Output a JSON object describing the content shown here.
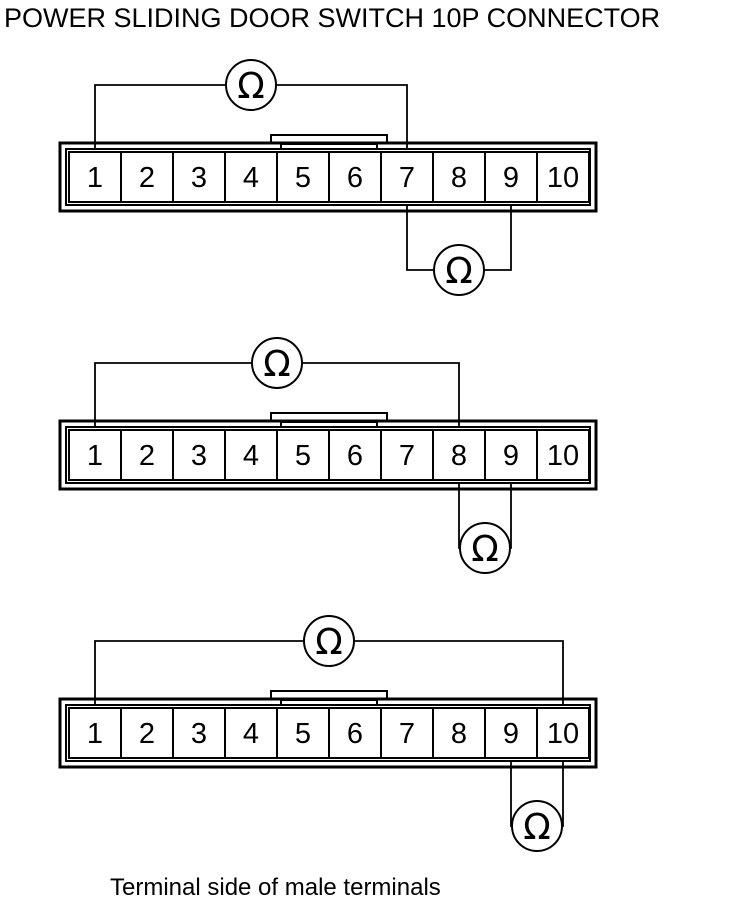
{
  "title": "POWER SLIDING DOOR SWITCH 10P CONNECTOR",
  "caption": "Terminal side of male terminals",
  "meter_symbol": "Ω",
  "terminals": [
    "1",
    "2",
    "3",
    "4",
    "5",
    "6",
    "7",
    "8",
    "9",
    "10"
  ],
  "checks": [
    {
      "upper_pair": [
        "1",
        "7"
      ],
      "lower_pair": [
        "7",
        "9"
      ]
    },
    {
      "upper_pair": [
        "1",
        "8"
      ],
      "lower_pair": [
        "8",
        "9"
      ]
    },
    {
      "upper_pair": [
        "1",
        "10"
      ],
      "lower_pair": [
        "9",
        "10"
      ]
    }
  ],
  "colors": {
    "line": "#000000",
    "background": "#ffffff"
  }
}
